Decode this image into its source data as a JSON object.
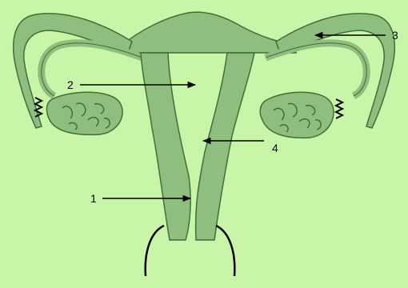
{
  "labels": {
    "one": "1",
    "two": "2",
    "three": "3",
    "four": "4"
  },
  "colors": {
    "background": "#c9f5a8",
    "tissue": "#8fbf7e",
    "outline": "#3f6f3a",
    "ink": "#000000"
  }
}
